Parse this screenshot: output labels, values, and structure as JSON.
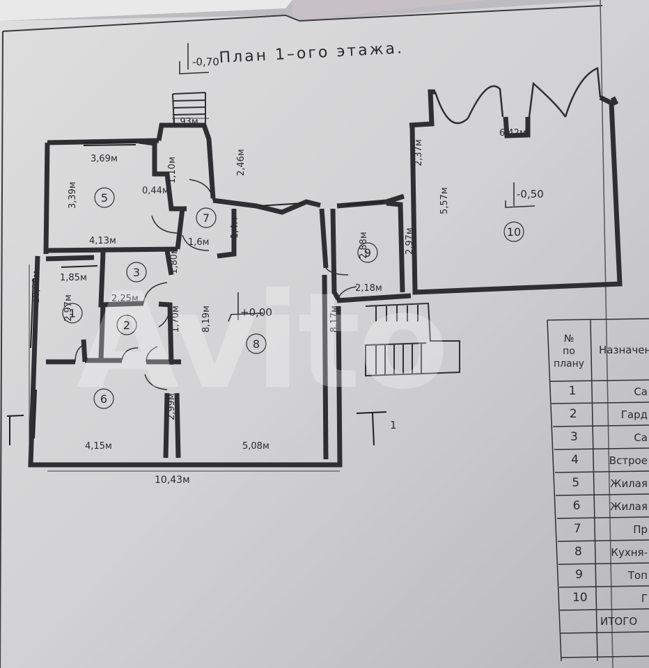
{
  "plan": {
    "title": "План 1–ого этажа.",
    "rooms": [
      {
        "number": "1"
      },
      {
        "number": "2"
      },
      {
        "number": "3"
      },
      {
        "number": "5"
      },
      {
        "number": "6"
      },
      {
        "number": "7"
      },
      {
        "number": "8"
      },
      {
        "number": "9"
      },
      {
        "number": "10"
      }
    ],
    "levels": {
      "outside": "-0,70",
      "main": "+0,00",
      "room10": "-0,50"
    },
    "dimensions": {
      "d_1_93": "1,93м",
      "d_3_69": "3,69м",
      "d_1_10": "1,10м",
      "d_2_46": "2,46м",
      "d_2_37": "2,37м",
      "d_6_42": "6,42м",
      "d_3_39": "3,39м",
      "d_0_44": "0,44м",
      "d_5_57": "5,57м",
      "d_1_4": "1,4м",
      "d_4_13": "4,13м",
      "d_1_6": "1,6м",
      "d_2_88": "2,88м",
      "d_2_97_r9": "2,97м",
      "d_1_80": "1,80м",
      "d_1_85": "1,85м",
      "d_10_98": "10,98м",
      "d_2_18": "2,18м",
      "d_2_25": "2,25м",
      "d_2_97_r1": "2,97м",
      "d_8_19": "8,19м",
      "d_1_70": "1,70м",
      "d_8_17": "8,17м",
      "d_2_99": "2,99м",
      "d_4_15": "4,15м",
      "d_5_08": "5,08м",
      "d_10_43": "10,43м"
    },
    "section_mark": "1"
  },
  "table": {
    "header_number": "№\nпо\nплану",
    "header_number_lines": [
      "№",
      "по",
      "плану"
    ],
    "header_purpose": "Назначен",
    "rows": [
      {
        "number": "1",
        "purpose": "Са"
      },
      {
        "number": "2",
        "purpose": "Гард"
      },
      {
        "number": "3",
        "purpose": "Са"
      },
      {
        "number": "4",
        "purpose": "Встрое"
      },
      {
        "number": "5",
        "purpose": "Жилая"
      },
      {
        "number": "6",
        "purpose": "Жилая"
      },
      {
        "number": "7",
        "purpose": "Пр"
      },
      {
        "number": "8",
        "purpose": "Кухня-"
      },
      {
        "number": "9",
        "purpose": "Топ"
      },
      {
        "number": "10",
        "purpose": "Г"
      }
    ],
    "total_label": "ИТОГО"
  },
  "watermark": "Avito"
}
